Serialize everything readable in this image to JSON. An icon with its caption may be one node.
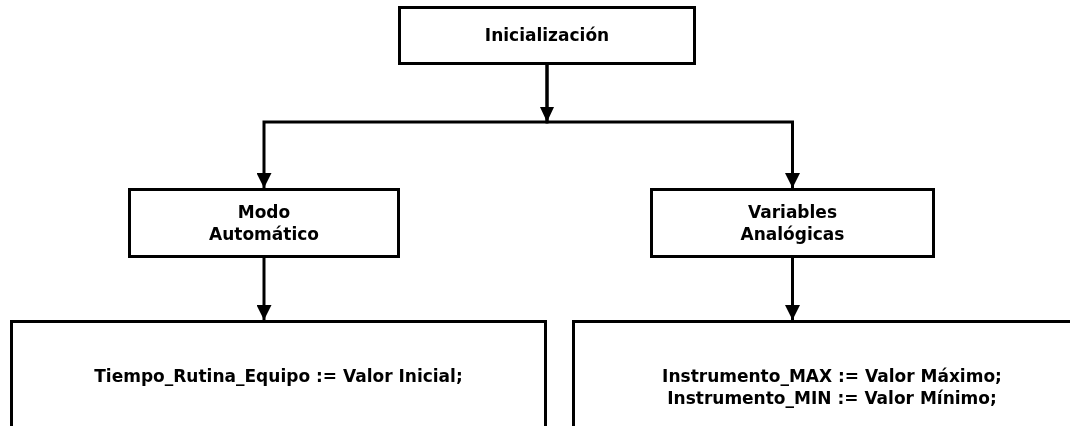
{
  "diagram": {
    "nodes": [
      {
        "text": [
          "Inicialización"
        ]
      },
      {
        "text": [
          "Modo Automático"
        ]
      },
      {
        "text": [
          "Variables Analógicas"
        ]
      },
      {
        "text": [
          "Tiempo_Rutina_Equipo := Valor Inicial;"
        ]
      },
      {
        "text": [
          "Instrumento_MAX := Valor Máximo; Instrumento_MIN := Valor Mínimo;"
        ]
      }
    ],
    "edges": [
      {
        "from": 0,
        "to": 1,
        "arrow": "to"
      },
      {
        "from": 0,
        "to": 2,
        "arrow": "to"
      },
      {
        "from": 1,
        "to": 3,
        "arrow": "to"
      },
      {
        "from": 2,
        "to": 4,
        "arrow": "to"
      }
    ]
  }
}
